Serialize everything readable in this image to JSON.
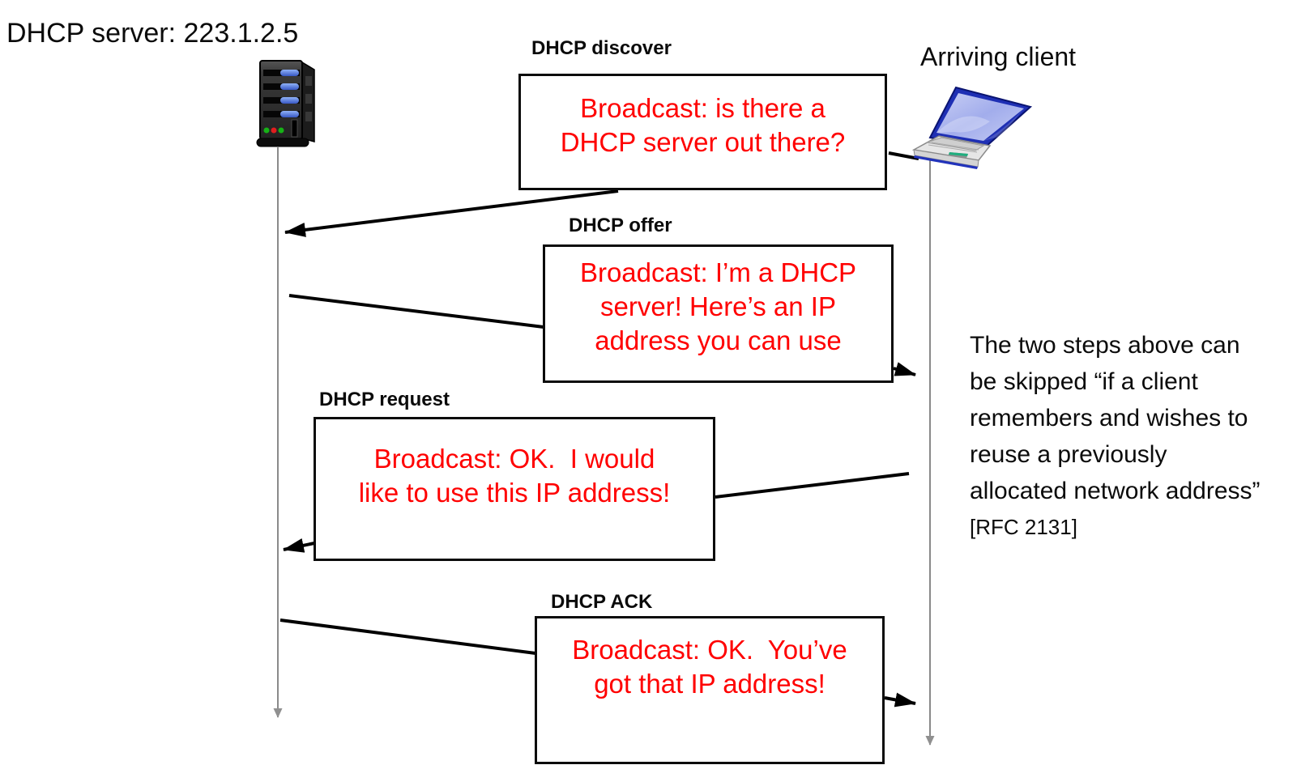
{
  "actors": {
    "server": {
      "label": "DHCP server: 223.1.2.5",
      "icon": "server-tower-icon"
    },
    "client": {
      "label": "Arriving client",
      "icon": "laptop-icon"
    }
  },
  "messages": [
    {
      "label": "DHCP discover",
      "direction": "client-to-server",
      "lines": [
        "Broadcast: is there a",
        "DHCP server out there?"
      ]
    },
    {
      "label": "DHCP offer",
      "direction": "server-to-client",
      "lines": [
        "Broadcast: I’m a DHCP",
        "server! Here’s an IP",
        "address you can use"
      ]
    },
    {
      "label": "DHCP request",
      "direction": "client-to-server",
      "lines": [
        "Broadcast: OK.  I would",
        "like to use this IP address!"
      ]
    },
    {
      "label": "DHCP ACK",
      "direction": "server-to-client",
      "lines": [
        "Broadcast: OK.  You’ve",
        "got that IP address!"
      ]
    }
  ],
  "note": {
    "lines": [
      "The two steps above can",
      "be skipped “if a client",
      "remembers and wishes to",
      "reuse a previously",
      "allocated network address”"
    ],
    "citation": "[RFC 2131]"
  },
  "colors": {
    "message_text": "#ff0000",
    "label_text": "#0b0b0b",
    "arrow": "#000000",
    "lifeline": "#8a8a8a"
  }
}
